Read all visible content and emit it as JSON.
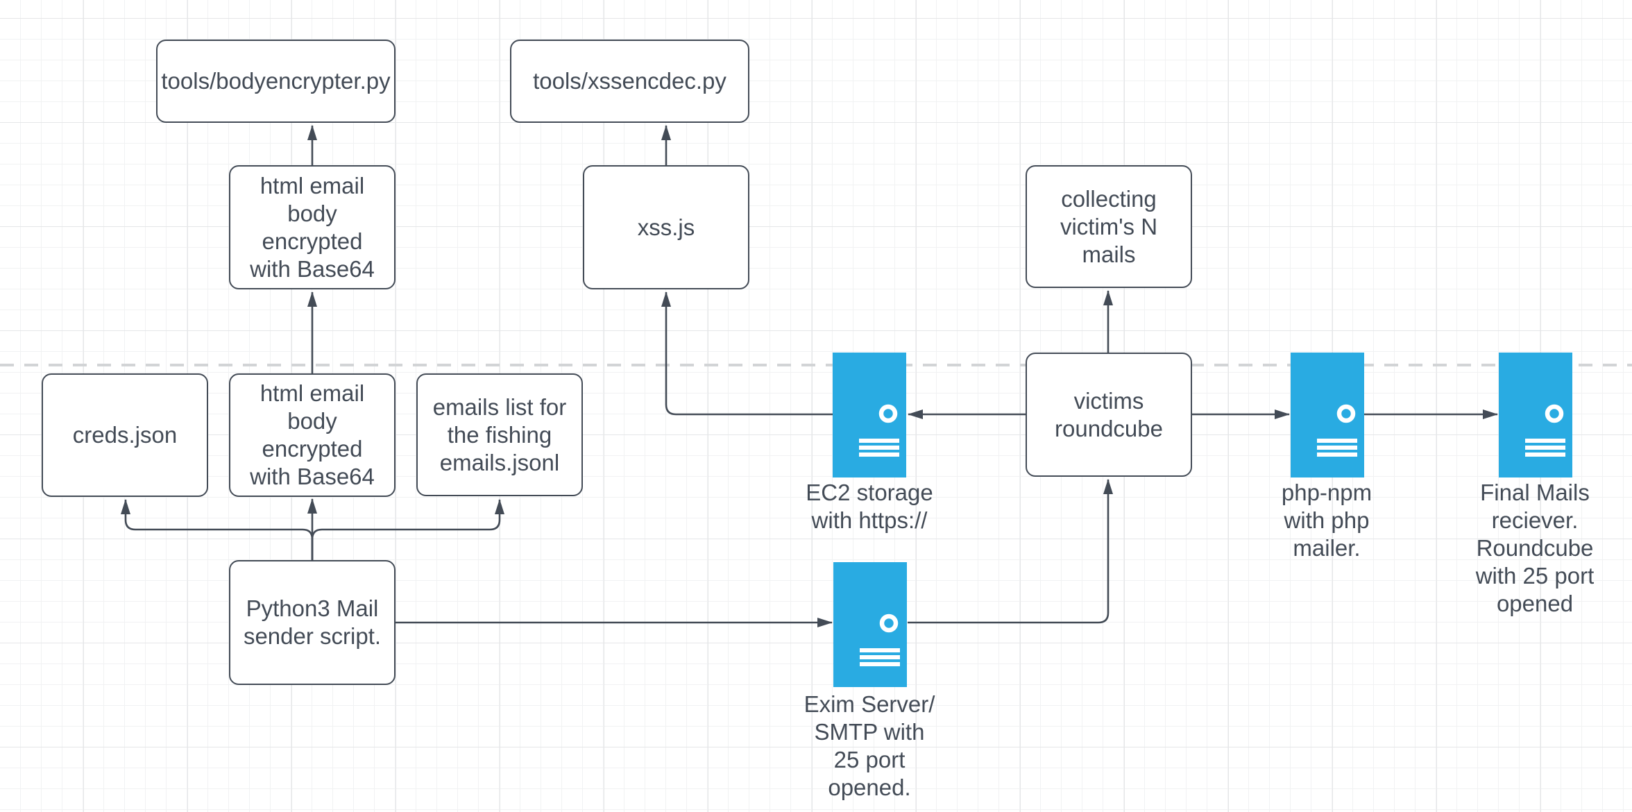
{
  "colors": {
    "accent_blue": "#29ABE2",
    "ink": "#434B56",
    "dashed_line": "#D2D4D6",
    "background": "#FFFFFF",
    "grid_minor": "#F1F2F3",
    "grid_major": "#E5E6E8"
  },
  "nodes": {
    "bodyencrypter": {
      "label": "tools/bodyencrypter.py"
    },
    "xssencdec": {
      "label": "tools/xssencdec.py"
    },
    "html_body_upper": {
      "label": "html email\nbody\nencrypted\nwith Base64"
    },
    "xss_js": {
      "label": "xss.js"
    },
    "collecting_mails": {
      "label": "collecting\nvictim's N\nmails"
    },
    "creds_json": {
      "label": "creds.json"
    },
    "html_body_lower": {
      "label": "html email\nbody\nencrypted\nwith Base64"
    },
    "emails_list": {
      "label": "emails list for\nthe fishing\nemails.jsonl"
    },
    "ec2_server": {
      "label": "EC2 storage\nwith https://"
    },
    "victims_roundcube": {
      "label": "victims\nroundcube"
    },
    "php_npm_server": {
      "label": "php-npm\nwith php\nmailer."
    },
    "final_receiver_server": {
      "label": "Final Mails\nreciever.\nRoundcube\nwith 25 port\nopened"
    },
    "python3_sender": {
      "label": "Python3 Mail\nsender script."
    },
    "exim_server": {
      "label": "Exim Server/\nSMTP with\n25 port\nopened."
    }
  }
}
